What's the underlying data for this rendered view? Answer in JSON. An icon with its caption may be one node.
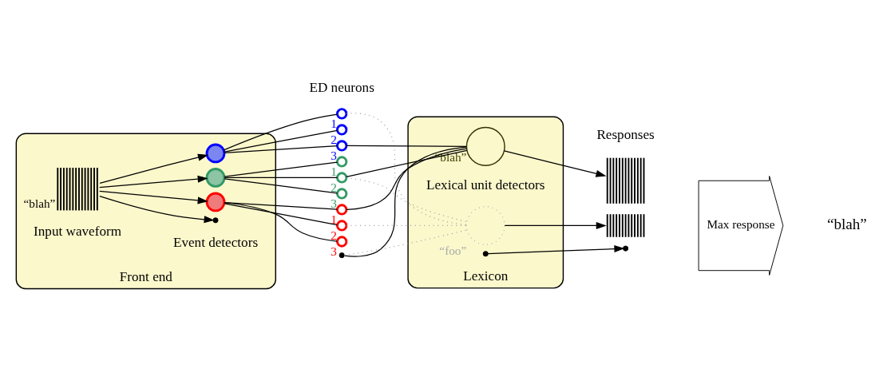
{
  "diagram": {
    "nodes": [
      {
        "text": [
          "Front end"
        ]
      },
      {
        "text": [],
        "shape": "picture",
        "beside": [
          "“blah”"
        ],
        "in": 0
      },
      {
        "text": [],
        "shape": "circle",
        "in": 0
      },
      {
        "text": [],
        "shape": "circle",
        "in": 0
      },
      {
        "text": [],
        "shape": "circle",
        "in": 0
      },
      {
        "text": [],
        "shape": "dots",
        "in": 0
      },
      {
        "text": [],
        "shape": "circle",
        "beside": [
          "1"
        ]
      },
      {
        "text": [],
        "shape": "circle",
        "beside": [
          "2"
        ]
      },
      {
        "text": [],
        "shape": "circle",
        "beside": [
          "3"
        ]
      },
      {
        "text": [],
        "shape": "circle",
        "beside": [
          "1"
        ]
      },
      {
        "text": [],
        "shape": "circle",
        "beside": [
          "2"
        ]
      },
      {
        "text": [],
        "shape": "circle",
        "beside": [
          "3"
        ]
      },
      {
        "text": [],
        "shape": "circle",
        "beside": [
          "1"
        ]
      },
      {
        "text": [],
        "shape": "circle",
        "beside": [
          "2"
        ]
      },
      {
        "text": [],
        "shape": "circle",
        "beside": [
          "3"
        ]
      },
      {
        "text": [],
        "shape": "dots"
      },
      {
        "text": [
          "Lexicon"
        ]
      },
      {
        "text": [],
        "shape": "circle",
        "beside": [
          "“blah”"
        ],
        "in": 16
      },
      {
        "text": [],
        "shape": "circle",
        "beside": [
          "“foo”"
        ],
        "in": 16
      },
      {
        "text": [],
        "shape": "dots",
        "in": 16
      },
      {
        "text": [],
        "shape": "picture"
      },
      {
        "text": [],
        "shape": "picture"
      },
      {
        "text": [],
        "shape": "dots"
      },
      {
        "text": [
          "Max response"
        ]
      }
    ],
    "edges": [
      {
        "from": 1,
        "to": 2,
        "arrow": "to"
      },
      {
        "from": 1,
        "to": 3,
        "arrow": "to"
      },
      {
        "from": 1,
        "to": 4,
        "arrow": "to"
      },
      {
        "from": 1,
        "to": 5,
        "arrow": "to"
      },
      {
        "from": 2,
        "to": 6,
        "arrow": "none"
      },
      {
        "from": 2,
        "to": 7,
        "arrow": "none"
      },
      {
        "from": 2,
        "to": 8,
        "arrow": "none"
      },
      {
        "from": 3,
        "to": 9,
        "arrow": "none"
      },
      {
        "from": 3,
        "to": 10,
        "arrow": "none"
      },
      {
        "from": 3,
        "to": 11,
        "arrow": "none"
      },
      {
        "from": 4,
        "to": 12,
        "arrow": "none"
      },
      {
        "from": 4,
        "to": 13,
        "arrow": "none"
      },
      {
        "from": 4,
        "to": 14,
        "arrow": "none"
      },
      {
        "from": 8,
        "to": 17,
        "arrow": "none"
      },
      {
        "from": 10,
        "to": 17,
        "arrow": "none"
      },
      {
        "from": 12,
        "to": 17,
        "arrow": "none"
      },
      {
        "from": 15,
        "to": 17,
        "arrow": "none"
      },
      {
        "from": 6,
        "to": 18,
        "arrow": "none",
        "style": "dashed",
        "color": "#999999"
      },
      {
        "from": 10,
        "to": 18,
        "arrow": "none",
        "style": "dashed",
        "color": "#999999"
      },
      {
        "from": 13,
        "to": 18,
        "arrow": "none",
        "style": "dashed",
        "color": "#999999"
      },
      {
        "from": 15,
        "to": 18,
        "arrow": "none",
        "style": "dashed",
        "color": "#999999"
      },
      {
        "from": 17,
        "to": 20,
        "arrow": "to"
      },
      {
        "from": 18,
        "to": 21,
        "arrow": "to"
      },
      {
        "from": 19,
        "to": 22,
        "arrow": "to"
      }
    ],
    "labels": [
      "Input waveform",
      "Event detectors",
      "ED neurons",
      "Lexical unit detectors",
      "Responses",
      "“blah”"
    ]
  }
}
